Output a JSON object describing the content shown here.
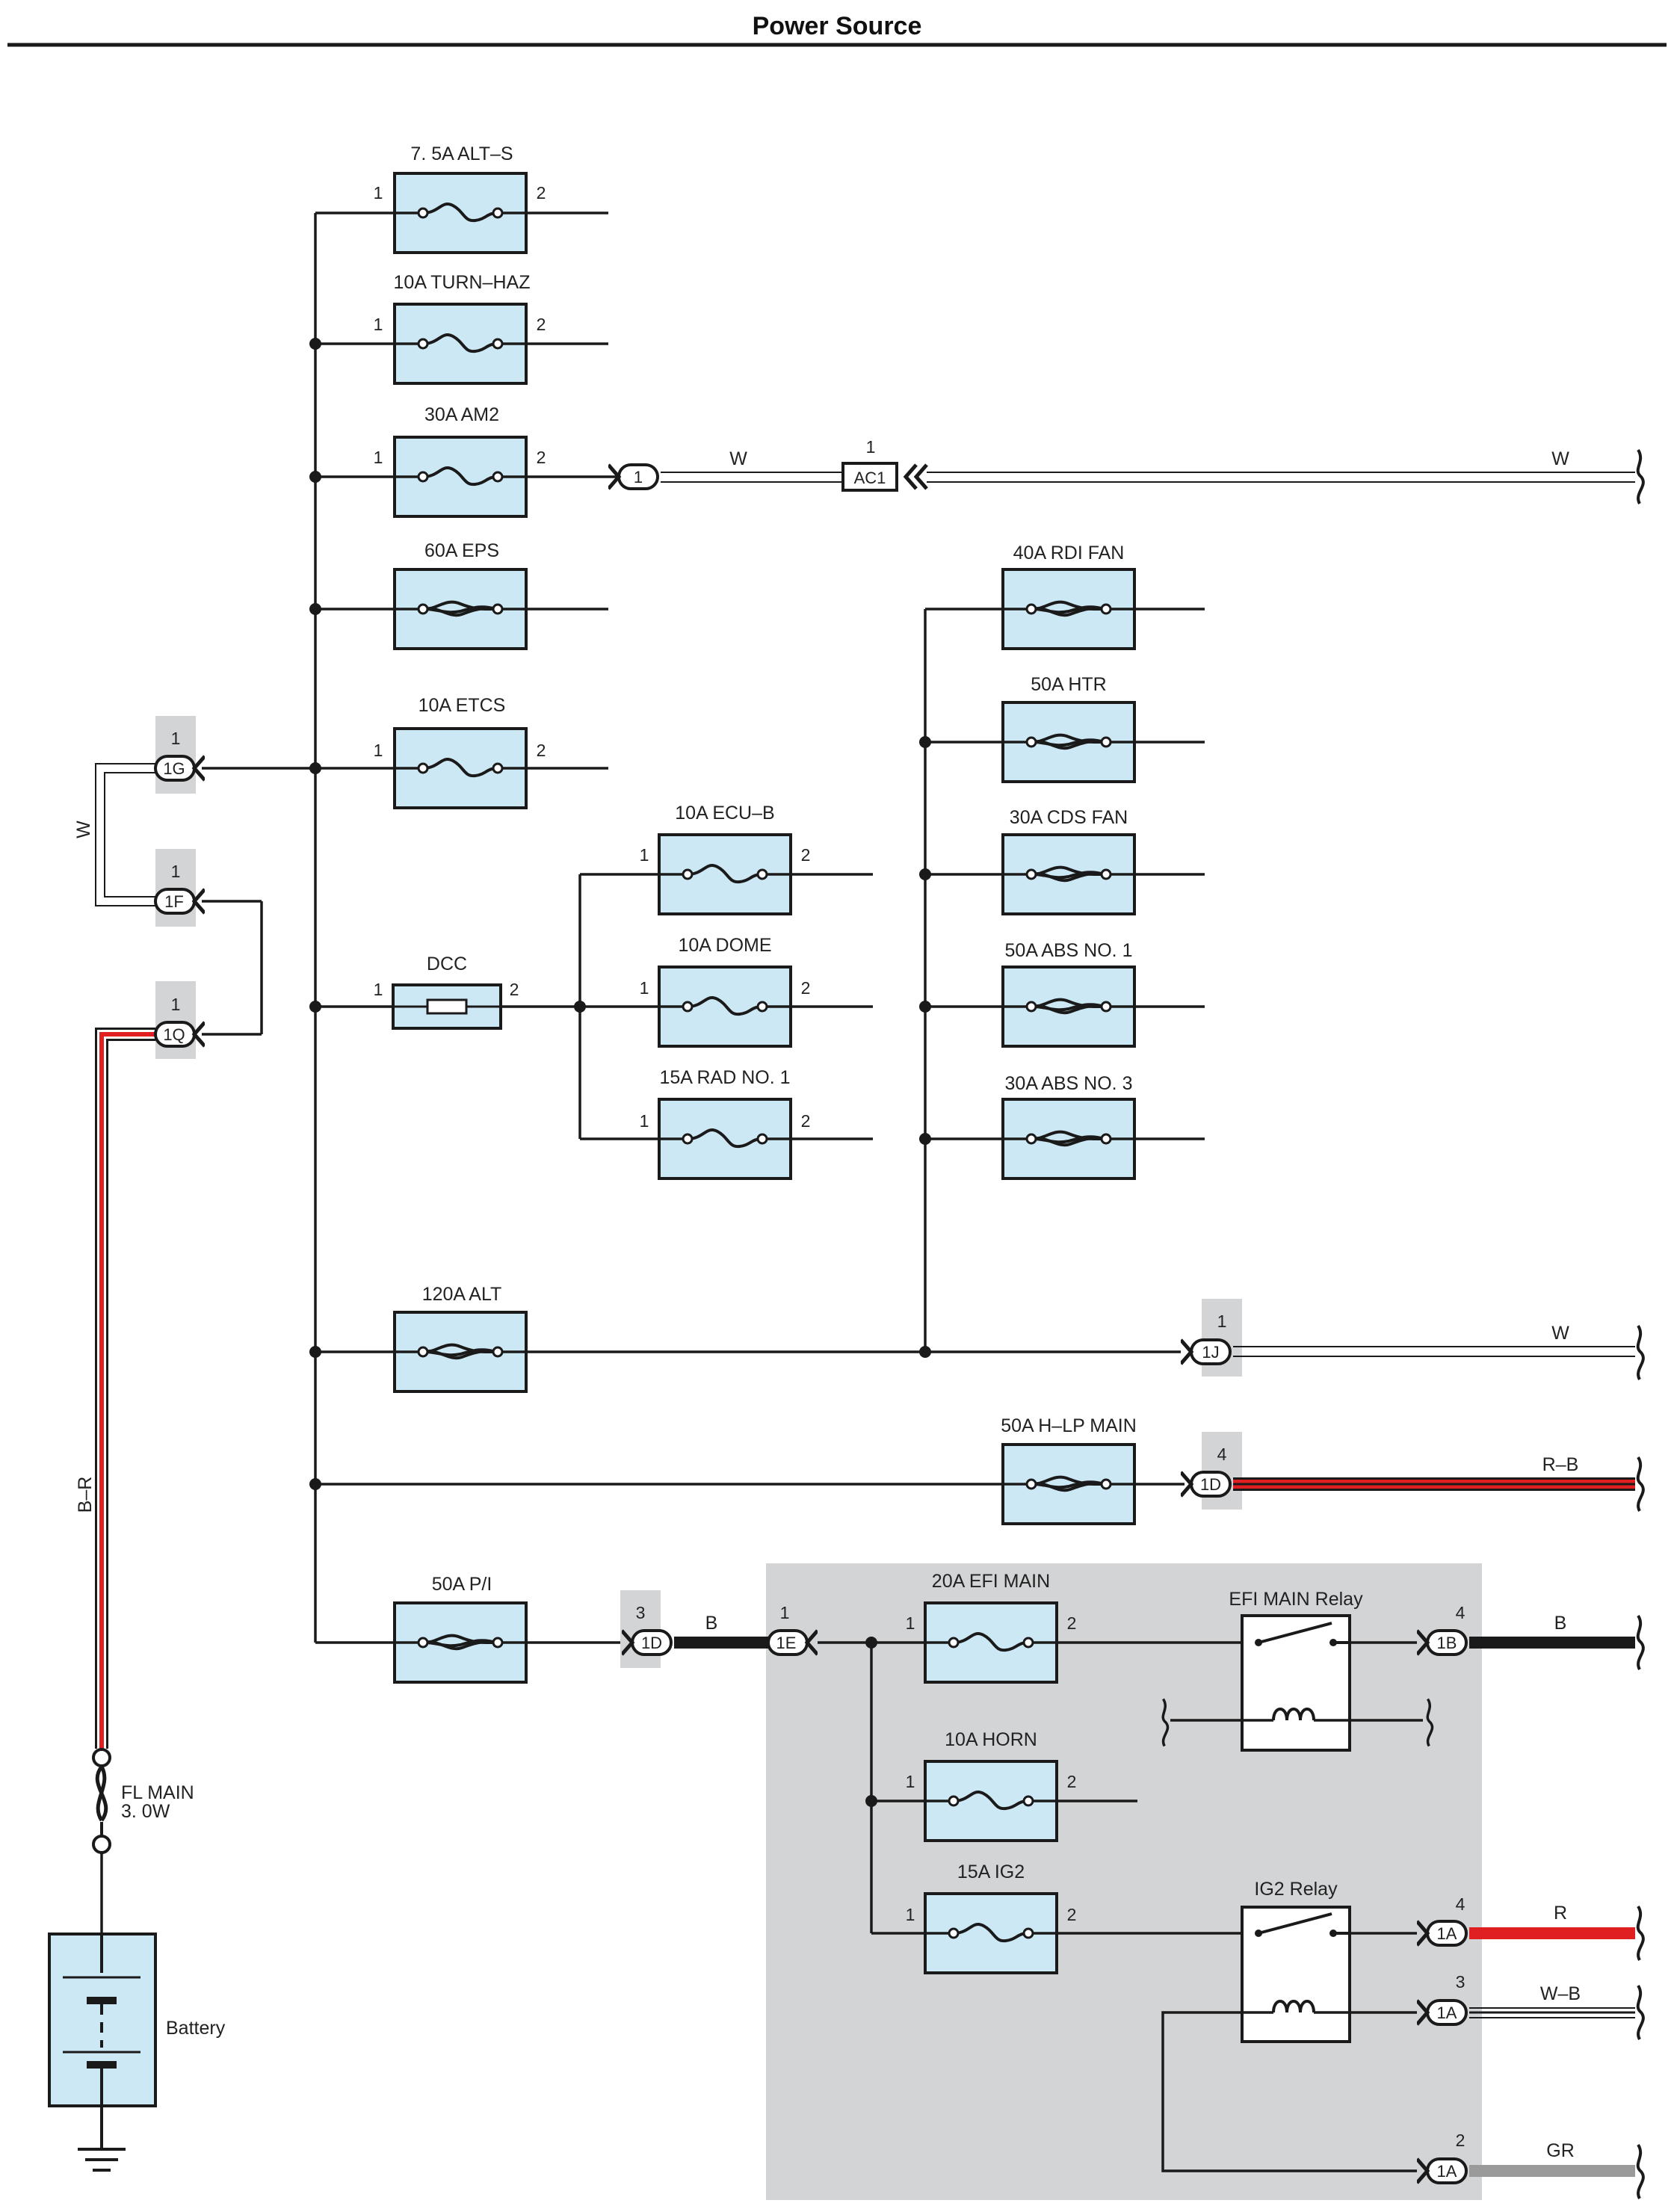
{
  "title": "Power Source",
  "fuses": {
    "alt_s": {
      "label": "7. 5A ALT–S",
      "p1": "1",
      "p2": "2"
    },
    "turn_haz": {
      "label": "10A TURN–HAZ",
      "p1": "1",
      "p2": "2"
    },
    "am2": {
      "label": "30A AM2",
      "p1": "1",
      "p2": "2"
    },
    "eps": {
      "label": "60A EPS"
    },
    "etcs": {
      "label": "10A ETCS",
      "p1": "1",
      "p2": "2"
    },
    "dcc": {
      "label": "DCC",
      "p1": "1",
      "p2": "2"
    },
    "ecu_b": {
      "label": "10A ECU–B",
      "p1": "1",
      "p2": "2"
    },
    "dome": {
      "label": "10A DOME",
      "p1": "1",
      "p2": "2"
    },
    "rad1": {
      "label": "15A RAD NO. 1",
      "p1": "1",
      "p2": "2"
    },
    "rdi_fan": {
      "label": "40A RDI FAN"
    },
    "htr": {
      "label": "50A HTR"
    },
    "cds_fan": {
      "label": "30A CDS FAN"
    },
    "abs1": {
      "label": "50A ABS NO. 1"
    },
    "abs3": {
      "label": "30A ABS NO. 3"
    },
    "alt120": {
      "label": "120A ALT"
    },
    "hlp_main": {
      "label": "50A H–LP MAIN"
    },
    "pi": {
      "label": "50A P/I"
    },
    "efi_main": {
      "label": "20A EFI MAIN",
      "p1": "1",
      "p2": "2"
    },
    "horn": {
      "label": "10A HORN",
      "p1": "1",
      "p2": "2"
    },
    "ig2": {
      "label": "15A IG2",
      "p1": "1",
      "p2": "2"
    },
    "fl_main": {
      "label1": "FL MAIN",
      "label2": "3. 0W"
    }
  },
  "relays": {
    "efi_main": {
      "label": "EFI MAIN Relay"
    },
    "ig2": {
      "label": "IG2 Relay"
    }
  },
  "battery": {
    "label": "Battery"
  },
  "connectors": {
    "c1g": {
      "id": "1G",
      "pin": "1"
    },
    "c1f": {
      "id": "1F",
      "pin": "1"
    },
    "c1q": {
      "id": "1Q",
      "pin": "1"
    },
    "c1": {
      "id": "1"
    },
    "ac1": {
      "id": "AC1",
      "pin": "1"
    },
    "c1j": {
      "id": "1J",
      "pin": "1"
    },
    "c1d4": {
      "id": "1D",
      "pin": "4"
    },
    "c1d3": {
      "id": "1D",
      "pin": "3"
    },
    "c1e": {
      "id": "1E",
      "pin": "1"
    },
    "c1b": {
      "id": "1B",
      "pin": "4"
    },
    "c1a4": {
      "id": "1A",
      "pin": "4"
    },
    "c1a3": {
      "id": "1A",
      "pin": "3"
    },
    "c1a2": {
      "id": "1A",
      "pin": "2"
    }
  },
  "wires": {
    "loop_w": "W",
    "b_r": "B–R",
    "am2_w1": "W",
    "am2_w2": "W",
    "alt_w": "W",
    "hlp_rb": "R–B",
    "pi_b": "B",
    "efi_b": "B",
    "ig2_r": "R",
    "ig2_wb": "W–B",
    "ig2_gr": "GR"
  },
  "colors": {
    "fuse_fill": "#cde8f5",
    "shade": "#d3d4d6",
    "wire_red": "#e02020",
    "wire_black": "#1a1a1a",
    "wire_gray": "#9a9a9a",
    "wire_white": "#ffffff"
  }
}
